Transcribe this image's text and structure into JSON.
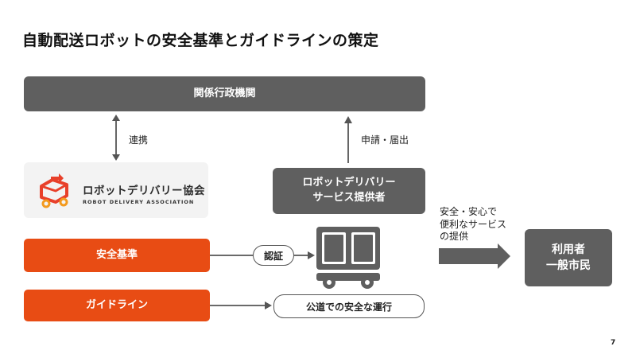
{
  "title": "自動配送ロボットの安全基準とガイドラインの策定",
  "nodes": {
    "agencies": "関係行政機関",
    "provider": "ロボットデリバリー\nサービス提供者",
    "users": "利用者\n一般市民",
    "standards": "安全基準",
    "guideline": "ガイドライン"
  },
  "logo": {
    "name": "ロボットデリバリー協会",
    "subtitle": "ROBOT DELIVERY ASSOCIATION"
  },
  "labels": {
    "renkei": "連携",
    "shinsei": "申請・届出",
    "value": "安全・安心で\n便利なサービス\nの提供",
    "ninsho": "認証",
    "operation": "公道での安全な運行"
  },
  "page_number": "7",
  "colors": {
    "gray": "#5f5f5f",
    "orange": "#e84c14",
    "logo_red": "#e8402a",
    "logo_orange": "#f39a1e"
  },
  "icons": {
    "robot": "delivery-robot-icon",
    "logo": "robot-delivery-logo-icon"
  }
}
